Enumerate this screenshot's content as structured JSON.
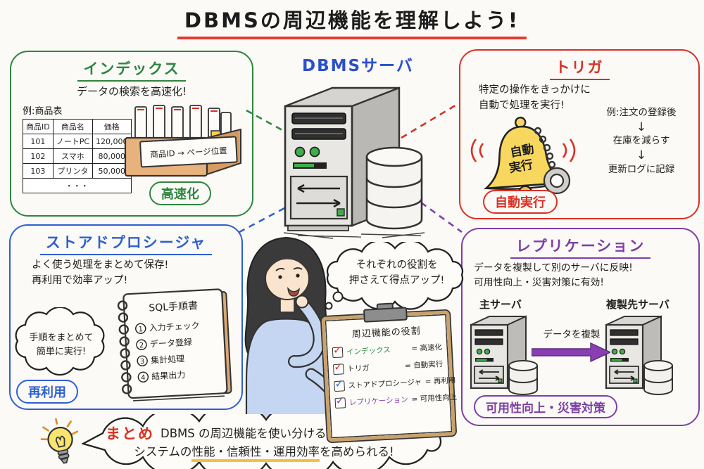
{
  "title": "DBMSの周辺機能を理解しよう!",
  "center": {
    "server_label": "DBMSサーバ"
  },
  "index_panel": {
    "title": "インデックス",
    "subtitle": "データの検索を高速化!",
    "example_label": "例:商品表",
    "table": {
      "headers": [
        "商品ID",
        "商品名",
        "価格"
      ],
      "rows": [
        [
          "101",
          "ノートPC",
          "120,000"
        ],
        [
          "102",
          "スマホ",
          "80,000"
        ],
        [
          "103",
          "プリンタ",
          "50,000"
        ]
      ],
      "ellipsis": "・・・"
    },
    "card_label": "商品ID → ページ位置",
    "badge": "高速化"
  },
  "trigger_panel": {
    "title": "トリガ",
    "desc_line1": "特定の操作をきっかけに",
    "desc_line2": "自動で処理を実行!",
    "bell_word_line1": "自動",
    "bell_word_line2": "実行",
    "example_title": "例:注文の登録後",
    "arrow_down": "↓",
    "step2": "在庫を減らす",
    "step3": "更新ログに記録",
    "badge": "自動実行"
  },
  "stored_panel": {
    "title": "ストアドプロシージャ",
    "desc_line1": "よく使う処理をまとめて保存!",
    "desc_line2": "再利用で効率アップ!",
    "bubble_line1": "手順をまとめて",
    "bubble_line2": "簡単に実行!",
    "notebook_title": "SQL手順書",
    "notebook_items": [
      {
        "num": "1",
        "text": "入力チェック"
      },
      {
        "num": "2",
        "text": "データ登録"
      },
      {
        "num": "3",
        "text": "集計処理"
      },
      {
        "num": "4",
        "text": "結果出力"
      }
    ],
    "badge": "再利用"
  },
  "replication_panel": {
    "title": "レプリケーション",
    "desc_line1": "データを複製して別のサーバに反映!",
    "desc_line2": "可用性向上・災害対策に有効!",
    "primary_label": "主サーバ",
    "replica_label": "複製先サーバ",
    "arrow_label": "データを複製",
    "badge": "可用性向上・災害対策"
  },
  "thought_bubble": {
    "line1": "それぞれの役割を",
    "line2": "押さえて得点アップ!"
  },
  "clipboard": {
    "title": "周辺機能の役割",
    "items": [
      {
        "name": "インデックス",
        "eq": "=",
        "role": "高速化"
      },
      {
        "name": "トリガ",
        "eq": "=",
        "role": "自動実行"
      },
      {
        "name": "ストアドプロシージャ",
        "eq": "=",
        "role": "再利用"
      },
      {
        "name": "レプリケーション",
        "eq": "=",
        "role": "可用性向上"
      }
    ]
  },
  "summary": {
    "label": "まとめ",
    "line1": "DBMS の周辺機能を使い分けることで、",
    "line2_prefix": "システムの",
    "line2_highlight": "性能・信頼性・運用効率",
    "line2_suffix": "を高められる!"
  },
  "colors": {
    "index_green": "#2e8540",
    "trigger_red": "#d93025",
    "stored_blue": "#2f5fd0",
    "replication_purple": "#7d3fa8",
    "dbms_label_blue": "#2b50c8",
    "title_underline_red": "#e23b2e",
    "summary_highlight_yellow": "#f2c23e",
    "bell_yellow": "#f7d75e",
    "bulb_yellow": "#f8e570",
    "wood_tan": "#e2aa70",
    "led_green": "#3fae49"
  }
}
